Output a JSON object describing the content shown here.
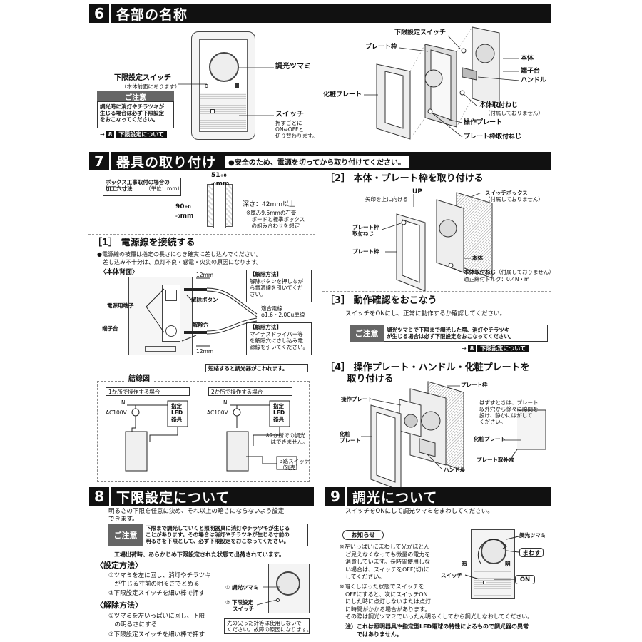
{
  "s6": {
    "num": "6",
    "title": "各部の名称",
    "lbl_dimmer": "調光ツマミ",
    "lbl_lower": "下限設定スイッチ",
    "lbl_lower_sub": "（本体前面にあります）",
    "caution_title": "ご注意",
    "caution_body": "調光時に消灯やチラツキが\n生じる場合は必ず下限設定\nをおこなってください。",
    "ref_arrow": "→",
    "ref_num": "8",
    "ref_text": "下限設定について",
    "lbl_switch": "スイッチ",
    "lbl_switch_sub": "押すごとに\nON⇔OFFと\n切り替わります。",
    "lbl_lower2": "下限設定スイッチ",
    "lbl_plate_frame": "プレート枠",
    "lbl_body": "本体",
    "lbl_terminal": "端子台",
    "lbl_handle": "ハンドル",
    "lbl_cover": "化粧プレート",
    "lbl_mount_screw": "本体取付ねじ",
    "lbl_mount_screw_sub": "（付属しておりません）",
    "lbl_op_plate": "操作プレート",
    "lbl_frame_screw": "プレート枠取付ねじ"
  },
  "s7": {
    "num": "7",
    "title": "器具の取り付け",
    "note": "●安全のため、電源を切ってから取り付けてください。",
    "box_title": "ボックス工事取付の場合の\n加工穴寸法",
    "box_unit": "（単位：mm）",
    "dim_w": "51",
    "dim_w_tol": "+0\n-0",
    "dim_h": "90",
    "dim_h_tol": "+0\n-0",
    "dim_unit": "mm",
    "depth": "深さ：42mm以上",
    "depth_note": "※厚み9.5mmの石膏\n　ボードと標準ボックス\n　の組み合わせを想定",
    "step1": "［1］ 電源線を接続する",
    "step1_note": "●電源線の被覆は指定の長さにむき確実に差し込んでください。\n　差し込み不十分は、点灯不良・感電・火災の原因になります。",
    "back_label": "〈本体背面〉",
    "mm12a": "12mm",
    "mm12b": "12mm",
    "release1_title": "【解除方法】",
    "release1_body": "解除ボタンを押しなが\nら電源線を引いてくだ\nさい。",
    "release_button": "解除ボタン",
    "power_terminal": "電源用端子",
    "terminal_block": "端子台",
    "wire": "適合電線\nφ1.6・2.0Cu単線",
    "release2_title": "【解除方法】",
    "release2_body": "マイナスドライバー等\nを解除穴にさし込み電\n源線を引いてください。",
    "release_hole": "解除穴",
    "short_warn": "短絡すると調光器がこわれます。",
    "wiring_title": "結線図",
    "case1": "1か所で操作する場合",
    "case2": "2か所で操作する場合",
    "n1": "N",
    "n2": "N",
    "ac1": "AC100V",
    "ac2": "AC100V",
    "led1": "指定\nLED\n器具",
    "led2": "指定\nLED\n器具",
    "two_note": "※2か所での調光\n　はできません。",
    "three_way": "3路スイッチ\n（別売）",
    "step2": "［2］ 本体・プレート枠を取り付ける",
    "up": "UP",
    "arrow_up": "矢印を上に向ける",
    "sw_box": "スイッチボックス",
    "sw_box_sub": "（付属しておりません）",
    "pf_screw": "プレート枠\n取付ねじ",
    "plate_frame": "プレート枠",
    "body": "本体",
    "body_screw": "本体取付ねじ",
    "body_screw_sub": "（付属しておりません）",
    "torque": "適正締付トルク：0.4N・m",
    "step3": "［3］ 動作確認をおこなう",
    "step3_body": "スイッチをONにし、正常に動作するか確認してください。",
    "c3_title": "ご注意",
    "c3_body": "調光ツマミで下限まで調光した際、消灯やチラツキ\nが生じる場合は必ず下限設定をおこなってください。",
    "ref_arrow": "→",
    "ref_num": "8",
    "ref_text": "下限設定について",
    "step4": "［4］ 操作プレート・ハンドル・化粧プレートを\n　　 取り付ける",
    "s4_frame": "プレート枠",
    "s4_op": "操作プレート",
    "s4_cover": "化粧\nプレート",
    "s4_handle": "ハンドル",
    "s4_remove": "はずすときは、プレート\n取外穴から徐々に隙間を\n設け、静かにはがして\nください。",
    "s4_cover2": "化粧プレート",
    "s4_hole": "プレート取外穴"
  },
  "s8": {
    "num": "8",
    "title": "下限設定について",
    "intro": "明るさの下限を任意に決め、それ以上の暗さにならないよう設定\nできます。",
    "c_title": "ご注意",
    "c_body": "下限まで調光していくと照明器具に消灯やチラツキが生じる\nことがあります。その場合は消灯やチラツキが生じる寸前の\n明るさを下限として、必ず下限設定をおこなってください。",
    "factory": "工場出荷時、あらかじめ下限設定された状態で出荷されています。",
    "set_title": "〈設定方法〉",
    "set1": "①ツマミを左に回し、消灯やチラツキ\n　が生じる寸前の明るさでとめる",
    "set2": "②下限設定スイッチを細い棒で押す",
    "rel_title": "〈解除方法〉",
    "rel1": "①ツマミを左いっぱいに回し、下限\n　の明るさにする",
    "rel2": "②下限設定スイッチを細い棒で押す",
    "fig_dimmer": "① 調光ツマミ",
    "fig_lower": "② 下限設定\n　 スイッチ",
    "fig_note": "先の尖った針等は使用しないで\nください。故障の原因になります。"
  },
  "s9": {
    "num": "9",
    "title": "調光について",
    "intro": "スイッチをONにして調光ツマミをまわしてください。",
    "notice": "お知らせ",
    "n1": "※左いっぱいにまわして光がほとん\n　ど見えなくなっても微量の電力を\n　消費しています。長時間使用しな\n　い場合は、スイッチをOFF(切)に\n　してください。",
    "n2": "※暗くしぼった状態でスイッチを\n　OFFにすると、次にスイッチON\n　にした時に点灯しないまたは点灯\n　に時間がかかる場合があります。\n　その際は調光ツマミでいったん明るくしてから調光しなおしてください。",
    "n3": "注）これは照明器具や指定型LED電球の特性によるもので調光器の異常\n　　ではありません。",
    "lbl_dimmer": "調光ツマミ",
    "lbl_turn": "まわす",
    "lbl_dark": "暗",
    "lbl_bright": "明",
    "lbl_switch": "スイッチ",
    "lbl_on": "ON"
  }
}
